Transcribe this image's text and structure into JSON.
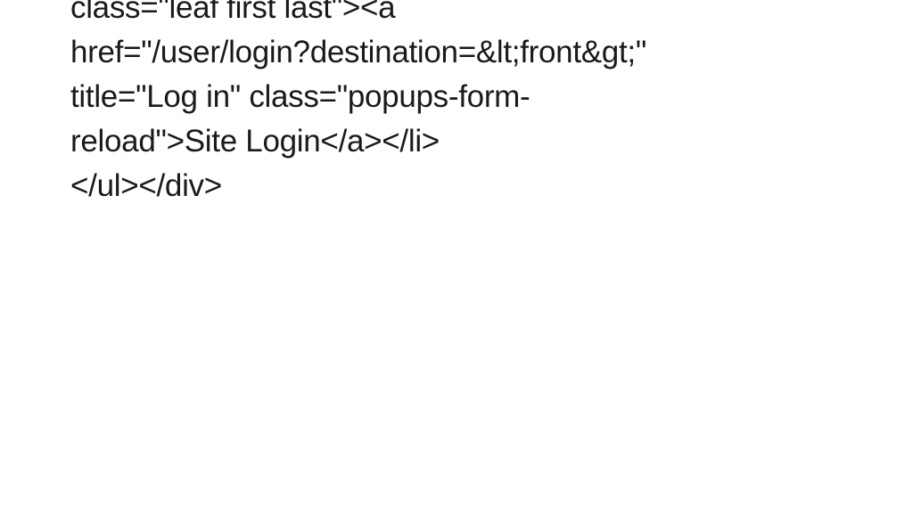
{
  "content": {
    "lines": [
      "class=\"leaf first last\"><a",
      "href=\"/user/login?destination=&lt;front&gt;\"",
      "title=\"Log in\" class=\"popups-form-",
      "reload\">Site Login</a></li>",
      "</ul></div>"
    ]
  }
}
